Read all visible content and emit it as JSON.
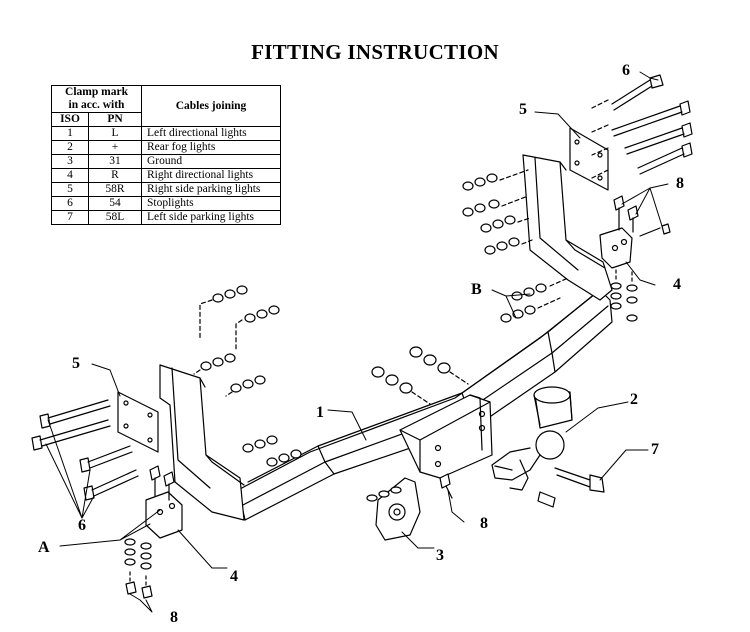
{
  "title": "FITTING INSTRUCTION",
  "table": {
    "header_clamp": "Clamp mark in acc. with",
    "header_clamp_line1": "Clamp mark",
    "header_clamp_line2": "in acc. with",
    "header_cables": "Cables joining",
    "col_iso": "ISO",
    "col_pn": "PN",
    "rows": [
      {
        "iso": "1",
        "pn": "L",
        "cable": "Left directional lights"
      },
      {
        "iso": "2",
        "pn": "+",
        "cable": "Rear fog lights"
      },
      {
        "iso": "3",
        "pn": "31",
        "cable": "Ground"
      },
      {
        "iso": "4",
        "pn": "R",
        "cable": "Right directional lights"
      },
      {
        "iso": "5",
        "pn": "58R",
        "cable": "Right side parking lights"
      },
      {
        "iso": "6",
        "pn": "54",
        "cable": "Stoplights"
      },
      {
        "iso": "7",
        "pn": "58L",
        "cable": "Left side parking lights"
      }
    ]
  },
  "callouts": {
    "c1": "1",
    "c2": "2",
    "c3": "3",
    "c4_right": "4",
    "c4_left": "4",
    "c5_top": "5",
    "c5_left": "5",
    "c6_top": "6",
    "c6_left": "6",
    "c7": "7",
    "c8_right": "8",
    "c8_center": "8",
    "c8_bottom": "8",
    "cA": "A",
    "cB": "B"
  }
}
